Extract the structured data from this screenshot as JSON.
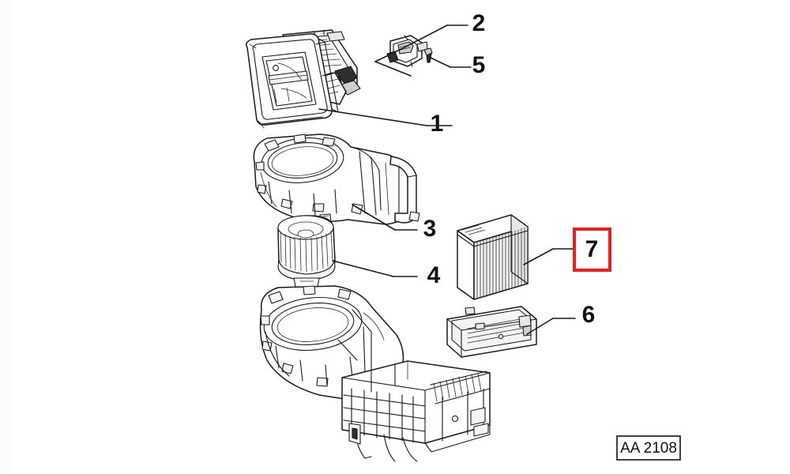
{
  "diagram": {
    "title": "HVAC blower and cabin air filter exploded parts diagram",
    "plate_code": "AA 2108",
    "highlight_color": "#ee1c1c",
    "line_color": "#1a1a1a",
    "background": "#ffffff",
    "highlighted_callout": "7"
  },
  "callouts": [
    {
      "id": "1",
      "label": "1",
      "part": "air-intake-housing",
      "highlighted": false
    },
    {
      "id": "2",
      "label": "2",
      "part": "recirculation-actuator-motor",
      "highlighted": false
    },
    {
      "id": "3",
      "label": "3",
      "part": "blower-scroll-housing",
      "highlighted": false
    },
    {
      "id": "4",
      "label": "4",
      "part": "blower-fan-wheel",
      "highlighted": false
    },
    {
      "id": "5",
      "label": "5",
      "part": "fixing-screw",
      "highlighted": false
    },
    {
      "id": "6",
      "label": "6",
      "part": "filter-access-cover",
      "highlighted": false
    },
    {
      "id": "7",
      "label": "7",
      "part": "cabin-air-filter",
      "highlighted": true
    }
  ],
  "parts": [
    {
      "ref": "1",
      "name": "air-intake-housing"
    },
    {
      "ref": "2",
      "name": "actuator-motor"
    },
    {
      "ref": "3",
      "name": "blower-housing"
    },
    {
      "ref": "4",
      "name": "blower-fan"
    },
    {
      "ref": "5",
      "name": "screw"
    },
    {
      "ref": "6",
      "name": "filter-cover"
    },
    {
      "ref": "7",
      "name": "cabin-air-filter"
    },
    {
      "ref": "",
      "name": "lower-hvac-case"
    }
  ]
}
